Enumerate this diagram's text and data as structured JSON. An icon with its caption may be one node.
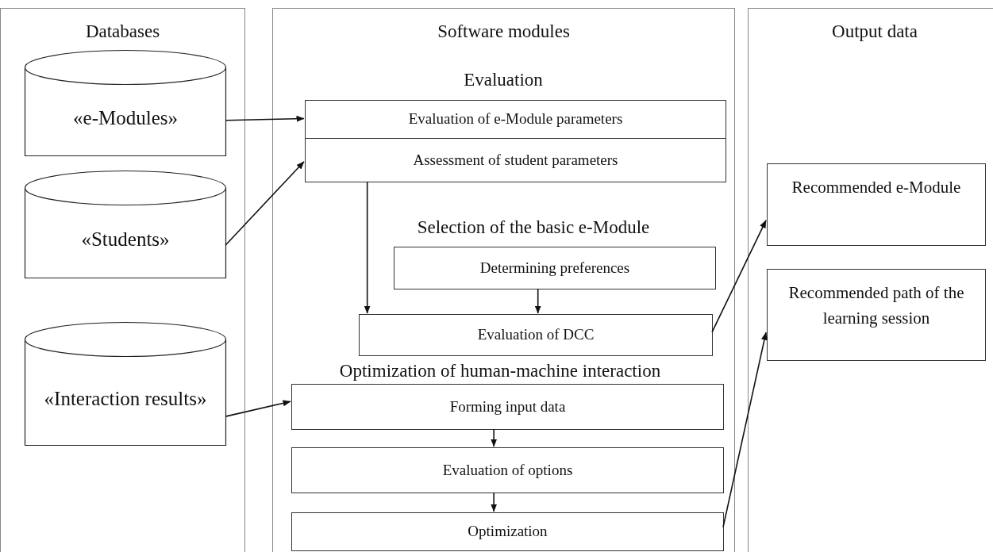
{
  "diagram": {
    "nodes": [
      {
        "text": [
          "Databases"
        ]
      },
      {
        "text": [
          "«e-Modules»"
        ],
        "in": 0
      },
      {
        "text": [
          "«Students»"
        ],
        "in": 0
      },
      {
        "text": [
          "«Interaction results»"
        ],
        "in": 0
      },
      {
        "text": [
          "Software modules"
        ]
      },
      {
        "text": [
          "Evaluation of e-Module parameters"
        ],
        "in": 4
      },
      {
        "text": [
          "Assessment of student parameters"
        ],
        "in": 4
      },
      {
        "text": [
          "Determining preferences"
        ],
        "in": 4
      },
      {
        "text": [
          "Evaluation of DCC"
        ],
        "in": 4
      },
      {
        "text": [
          "Forming input data"
        ],
        "in": 4
      },
      {
        "text": [
          "Evaluation of options"
        ],
        "in": 4
      },
      {
        "text": [
          "Optimization"
        ],
        "in": 4
      },
      {
        "text": [
          "Output data"
        ]
      },
      {
        "text": [
          "Recommended e-Module"
        ],
        "in": 12
      },
      {
        "text": [
          "Recommended path of the learning session"
        ],
        "in": 12
      }
    ],
    "edges": [
      {
        "from": 1,
        "to": 5,
        "arrow": "to"
      },
      {
        "from": 2,
        "to": 6,
        "arrow": "to"
      },
      {
        "from": 3,
        "to": 9,
        "arrow": "to"
      },
      {
        "from": 6,
        "to": 8,
        "arrow": "to"
      },
      {
        "from": 7,
        "to": 8,
        "arrow": "to"
      },
      {
        "from": 9,
        "to": 10,
        "arrow": "to"
      },
      {
        "from": 10,
        "to": 11,
        "arrow": "to"
      },
      {
        "from": 8,
        "to": 13,
        "arrow": "to"
      },
      {
        "from": 11,
        "to": 14,
        "arrow": "to"
      }
    ],
    "labels": [
      "Evaluation",
      "Selection of the basic e-Module",
      "Optimization of human-machine interaction"
    ]
  }
}
